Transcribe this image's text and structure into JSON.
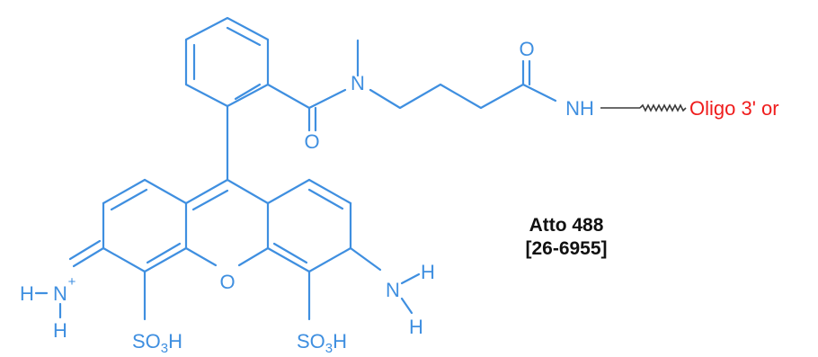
{
  "molecule": {
    "name": "Atto 488",
    "catalog_number": "[26-6955]",
    "oligo_label": "Oligo 3' or",
    "colors": {
      "structure": "#3f8fe0",
      "oligo": "#ef1c1c",
      "linker": "#3a3a3a",
      "caption": "#111111"
    },
    "atoms": {
      "methyl_n": "N",
      "carbonyl_o_left": "O",
      "carbonyl_o_right": "O",
      "amide_nh": "NH",
      "ring_o": "O",
      "iminium_h_left": "H",
      "iminium_n": "N",
      "iminium_charge": "+",
      "iminium_h_below": "H",
      "amine_n": "N",
      "amine_h_upper": "H",
      "amine_h_lower": "H",
      "sulfo_left_main": "SO",
      "sulfo_left_sub": "3",
      "sulfo_left_h": "H",
      "sulfo_right_main": "SO",
      "sulfo_right_sub": "3",
      "sulfo_right_h": "H"
    }
  }
}
